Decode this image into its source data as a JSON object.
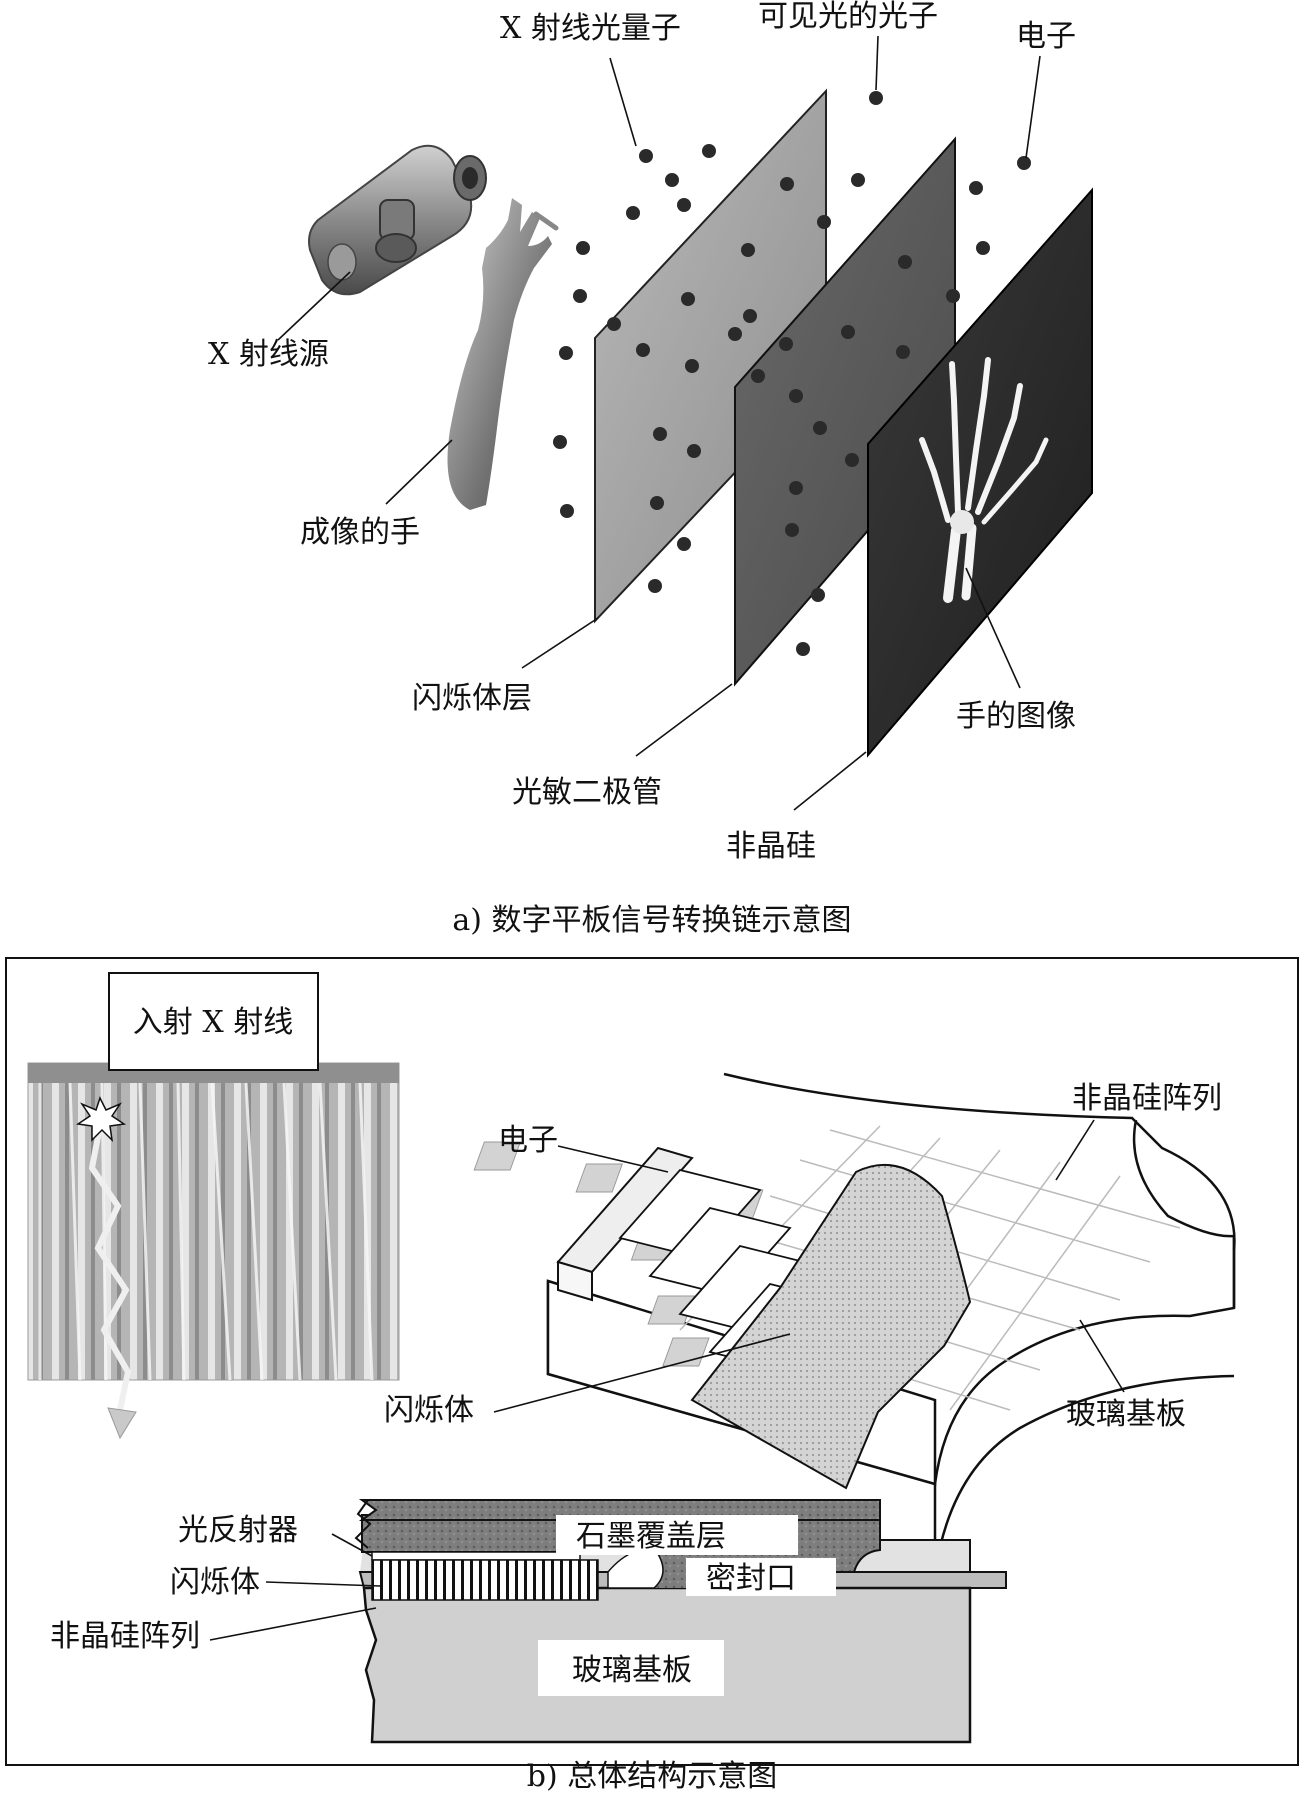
{
  "panel_a": {
    "labels": {
      "xray_photon": "X 射线光量子",
      "visible_photon": "可见光的光子",
      "electron": "电子",
      "xray_source": "X 射线源",
      "imaged_hand": "成像的手",
      "scintillator_layer": "闪烁体层",
      "photodiode": "光敏二极管",
      "amorphous_silicon": "非晶硅",
      "hand_image": "手的图像"
    },
    "caption": "a) 数字平板信号转换链示意图"
  },
  "panel_b": {
    "labels": {
      "incident_xray": "入射 X 射线",
      "electron": "电子",
      "asi_array": "非晶硅阵列",
      "scintillator": "闪烁体",
      "glass_substrate": "玻璃基板"
    },
    "cross_section": {
      "light_reflector": "光反射器",
      "scintillator": "闪烁体",
      "asi_array": "非晶硅阵列",
      "graphite_cover": "石墨覆盖层",
      "seal": "密封口",
      "glass_substrate": "玻璃基板"
    },
    "caption": "b) 总体结构示意图"
  }
}
